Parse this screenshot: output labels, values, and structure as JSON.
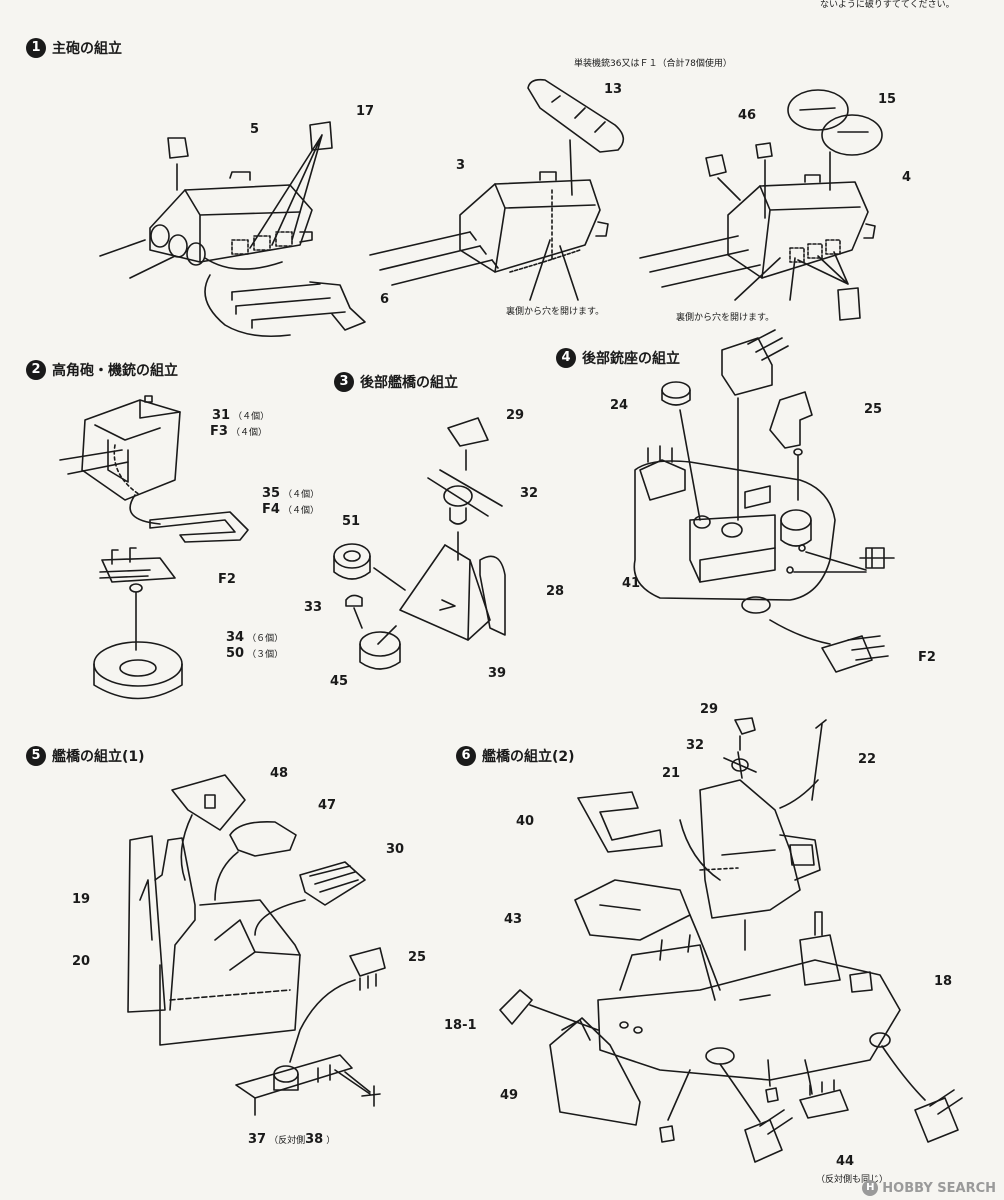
{
  "header_note": "ないように破りすててください。",
  "sections": [
    {
      "num": "1",
      "title": "主砲の組立"
    },
    {
      "num": "2",
      "title": "高角砲・機銃の組立"
    },
    {
      "num": "3",
      "title": "後部艦橋の組立"
    },
    {
      "num": "4",
      "title": "後部銃座の組立"
    },
    {
      "num": "5",
      "title": "艦橋の組立(1)"
    },
    {
      "num": "6",
      "title": "艦橋の組立(2)"
    }
  ],
  "notes": {
    "machine_gun": "単装機銃36又はＦ１（合計78個使用）",
    "hole_left": "裏側から穴を開けます。",
    "hole_right": "裏側から穴を開けます。"
  },
  "parts": {
    "p5": "5",
    "p17": "17",
    "p6": "6",
    "p13": "13",
    "p3": "3",
    "p46": "46",
    "p15": "15",
    "p4": "4",
    "p31": "31",
    "p31_qty": "（４個）",
    "pF3": "F3",
    "pF3_qty": "（４個）",
    "p35": "35",
    "p35_qty": "（４個）",
    "pF4": "F4",
    "pF4_qty": "（４個）",
    "pF2a": "F2",
    "p34": "34",
    "p34_qty": "（６個）",
    "p50": "50",
    "p50_qty": "（３個）",
    "p29a": "29",
    "p32a": "32",
    "p51": "51",
    "p28": "28",
    "p33": "33",
    "p45": "45",
    "p39": "39",
    "p24": "24",
    "p25a": "25",
    "p41": "41",
    "pF2b": "F2",
    "p48": "48",
    "p47": "47",
    "p30": "30",
    "p19": "19",
    "p20": "20",
    "p25b": "25",
    "p37": "37",
    "p37_note": "（反対側",
    "p38": "38",
    "p38_close": "）",
    "p29b": "29",
    "p32b": "32",
    "p21": "21",
    "p22": "22",
    "p40": "40",
    "p43": "43",
    "p18": "18",
    "p18_1": "18-1",
    "p49": "49",
    "p44": "44",
    "p44_note": "（反対側も同じ）"
  },
  "watermark": {
    "logo": "H",
    "text": "HOBBY SEARCH"
  }
}
